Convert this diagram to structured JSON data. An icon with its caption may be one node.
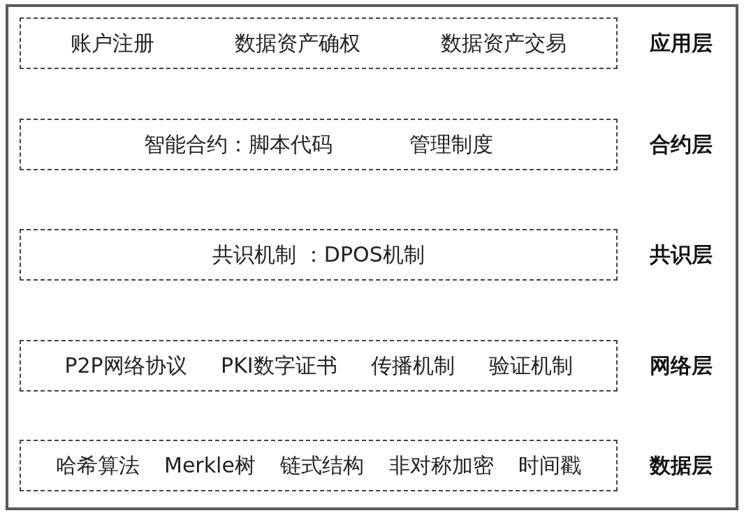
{
  "diagram": {
    "nodes": [
      {
        "text": [
          "账户注册",
          "数据资产确权",
          "数据资产交易"
        ],
        "beside": [
          "应用层"
        ]
      },
      {
        "text": [
          "智能合约：脚本代码",
          "管理制度"
        ],
        "beside": [
          "合约层"
        ]
      },
      {
        "text": [
          "共识机制 ：DPOS机制"
        ],
        "beside": [
          "共识层"
        ]
      },
      {
        "text": [
          "P2P网络协议",
          "PKI数字证书",
          "传播机制",
          "验证机制"
        ],
        "beside": [
          "网络层"
        ]
      },
      {
        "text": [
          "哈希算法",
          "Merkle树",
          "链式结构",
          "非对称加密",
          "时间戳"
        ],
        "beside": [
          "数据层"
        ]
      }
    ],
    "edges": []
  }
}
